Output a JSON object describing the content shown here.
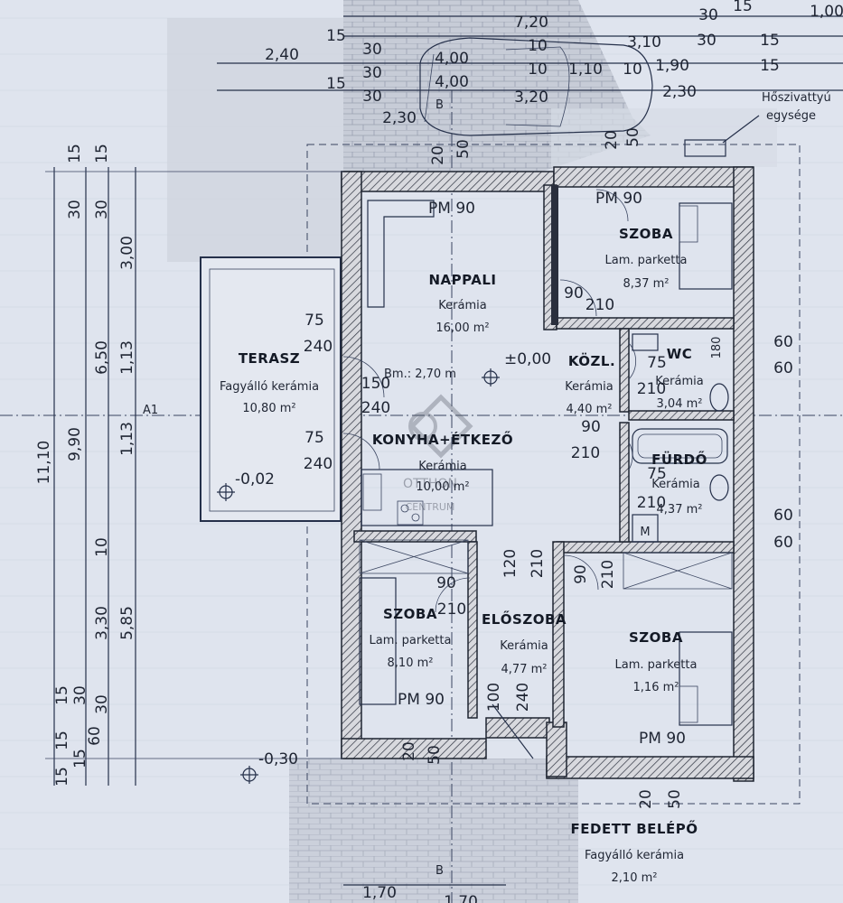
{
  "rooms": {
    "nappali": {
      "name": "NAPPALI",
      "floor": "Kerámia",
      "area": "16,00 m²"
    },
    "szoba_top": {
      "name": "SZOBA",
      "floor": "Lam. parketta",
      "area": "8,37 m²"
    },
    "terasz": {
      "name": "TERASZ",
      "floor": "Fagyálló kerámia",
      "area": "10,80 m²"
    },
    "kozl": {
      "name": "KÖZL.",
      "floor": "Kerámia",
      "area": "4,40 m²"
    },
    "wc": {
      "name": "WC",
      "floor": "Kerámia",
      "area": "3,04 m²"
    },
    "konyha": {
      "name": "KONYHA+ÉTKEZŐ",
      "floor": "Kerámia",
      "area": "10,00 m²"
    },
    "furdo": {
      "name": "FÜRDŐ",
      "floor": "Kerámia",
      "area": "4,37 m²"
    },
    "szoba_left": {
      "name": "SZOBA",
      "floor": "Lam. parketta",
      "area": "8,10 m²"
    },
    "eloszoba": {
      "name": "ELŐSZOBA",
      "floor": "Kerámia",
      "area": "4,77 m²"
    },
    "szoba_right": {
      "name": "SZOBA",
      "floor": "Lam. parketta",
      "area": "1,16 m²"
    },
    "fedett": {
      "name": "FEDETT BELÉPŐ",
      "floor": "Fagyálló kerámia",
      "area": "2,10 m²"
    }
  },
  "annotations": {
    "heatpump": [
      "Hőszivattyú",
      "egysége"
    ],
    "level_zero": "±0,00",
    "level_terrace": "-0,02",
    "level_outside": "-0,30",
    "room_height": "Bm.: 2,70 m",
    "axis": "A1",
    "section_top": "B",
    "section_bottom": "B",
    "watermark": [
      "OTTHON",
      "CENTRUM"
    ]
  },
  "doors": {
    "pm_nappali": "PM 90",
    "pm_szoba_top": "PM 90",
    "pm_szoba_left": "PM 90",
    "pm_szoba_right": "PM 90"
  },
  "dimensions_top": [
    "7,20",
    "4,00",
    "4,00",
    "3,20",
    "3,10",
    "1,10",
    "1,90",
    "2,30",
    "2,40",
    "2,30",
    "10",
    "10",
    "10",
    "30",
    "30",
    "30",
    "30",
    "30",
    "15",
    "15",
    "15",
    "15",
    "15",
    "1,00"
  ],
  "dimensions_left": [
    "11,10",
    "9,90",
    "6,50",
    "3,00",
    "1,13",
    "1,13",
    "5,85",
    "3,30",
    "30",
    "30",
    "30",
    "15",
    "15",
    "15",
    "10",
    "30",
    "60",
    "15",
    "15",
    "15"
  ],
  "dimensions_interior": [
    "75",
    "240",
    "150",
    "240",
    "75",
    "240",
    "90",
    "210",
    "75",
    "210",
    "90",
    "210",
    "75",
    "210",
    "60",
    "60",
    "60",
    "60",
    "120",
    "210",
    "90",
    "210",
    "90",
    "210",
    "100",
    "240",
    "20",
    "50",
    "20",
    "50",
    "20",
    "50",
    "20",
    "50",
    "180",
    "M"
  ],
  "dimensions_bottom": [
    "1,70",
    "1,70"
  ]
}
